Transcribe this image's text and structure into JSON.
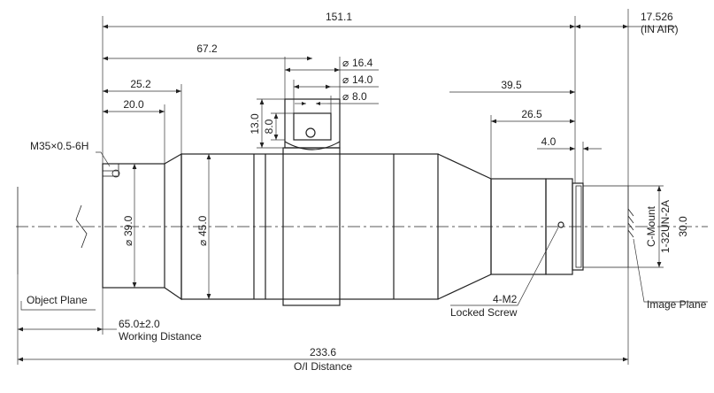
{
  "dimensions": {
    "total_length": "151.1",
    "flange_back": "17.526",
    "in_air": "(IN AIR)",
    "knob_position": "67.2",
    "front_length": "25.2",
    "front_thread": "20.0",
    "dia_knob_outer": "16.4",
    "dia_knob_mid": "14.0",
    "dia_knob_inner": "8.0",
    "knob_height_outer": "13.0",
    "knob_height_inner": "8.0",
    "rear_length": "39.5",
    "rear_taper": "26.5",
    "mount_step": "4.0",
    "front_thread_spec": "M35×0.5-6H",
    "dia_front": "39.0",
    "dia_body": "45.0",
    "mount_dia": "30.0",
    "mount_name": "C-Mount",
    "mount_thread": "1-32UN-2A",
    "screw_spec": "4-M2",
    "screw_label": "Locked Screw",
    "working_distance": "65.0±2.0",
    "working_distance_label": "Working Distance",
    "oi_distance": "233.6",
    "oi_distance_label": "O/I Distance",
    "object_plane_label": "Object Plane",
    "image_plane_label": "Image Plane"
  },
  "diameter_symbol": "⌀"
}
